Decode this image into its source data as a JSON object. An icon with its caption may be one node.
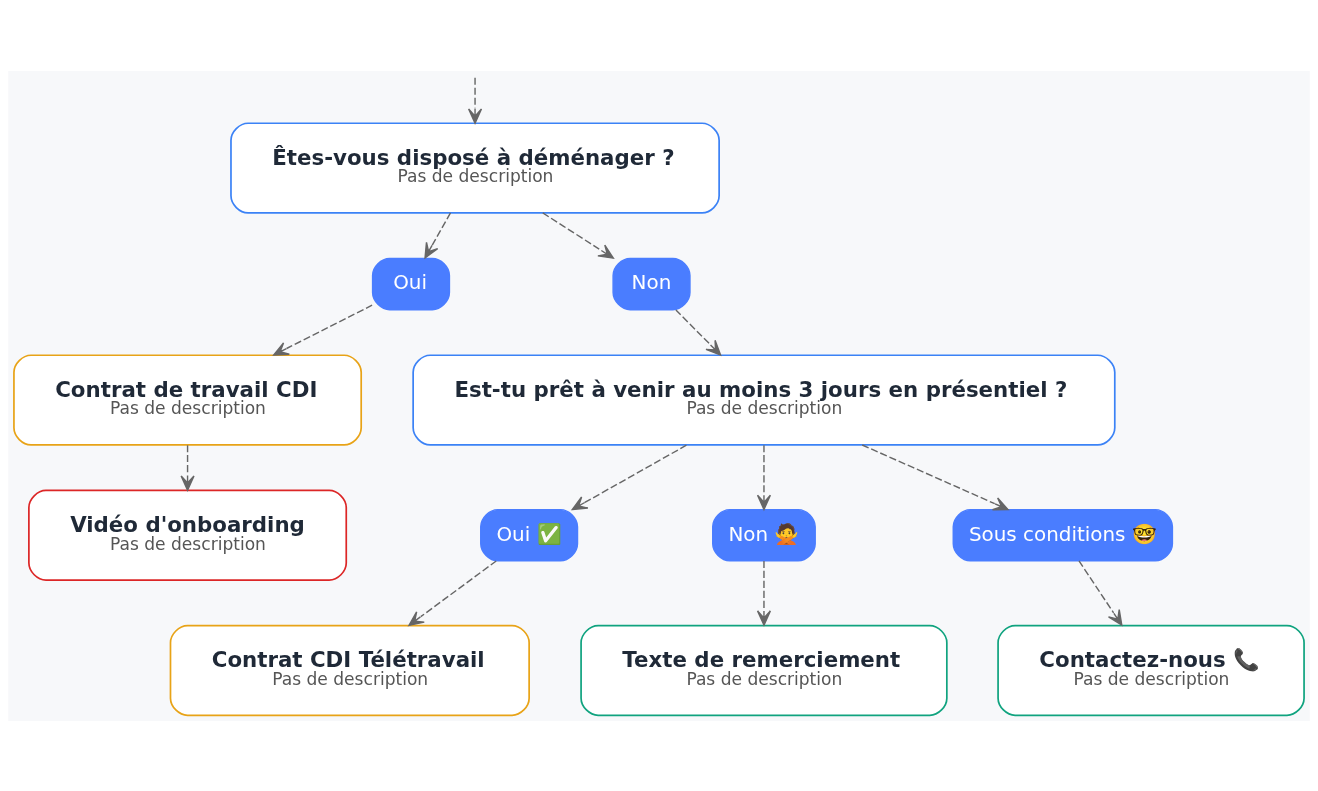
{
  "diagram": {
    "nodes": [
      {
        "text": [
          "Êtes-vous disposé à déménager ?",
          "Pas de description"
        ]
      },
      {
        "text": [
          "Oui"
        ]
      },
      {
        "text": [
          "Non"
        ]
      },
      {
        "text": [
          "Contrat de travail CDI",
          "Pas de description"
        ]
      },
      {
        "text": [
          "Est-tu prêt à venir au moins 3 jours en présentiel ?",
          "Pas de description"
        ]
      },
      {
        "text": [
          "Vidéo d'onboarding",
          "Pas de description"
        ]
      },
      {
        "text": [
          "Oui ✅"
        ]
      },
      {
        "text": [
          "Non 🙅"
        ]
      },
      {
        "text": [
          "Sous conditions 🤓"
        ]
      },
      {
        "text": [
          "Contrat CDI Télétravail",
          "Pas de description"
        ]
      },
      {
        "text": [
          "Texte de remerciement",
          "Pas de description"
        ]
      },
      {
        "text": [
          "Contactez-nous 📞",
          "Pas de description"
        ]
      }
    ],
    "edges": [
      {
        "from": null,
        "to": 0,
        "arrow": "to",
        "style": "dashed"
      },
      {
        "from": 0,
        "to": 1,
        "arrow": "to",
        "style": "dashed"
      },
      {
        "from": 0,
        "to": 2,
        "arrow": "to",
        "style": "dashed"
      },
      {
        "from": 1,
        "to": 3,
        "arrow": "to",
        "style": "dashed"
      },
      {
        "from": 3,
        "to": 5,
        "arrow": "to",
        "style": "dashed"
      },
      {
        "from": 2,
        "to": 4,
        "arrow": "to",
        "style": "dashed"
      },
      {
        "from": 4,
        "to": 6,
        "arrow": "to",
        "style": "dashed"
      },
      {
        "from": 4,
        "to": 7,
        "arrow": "to",
        "style": "dashed"
      },
      {
        "from": 4,
        "to": 8,
        "arrow": "to",
        "style": "dashed"
      },
      {
        "from": 6,
        "to": 9,
        "arrow": "to",
        "style": "dashed"
      },
      {
        "from": 7,
        "to": 10,
        "arrow": "to",
        "style": "dashed"
      },
      {
        "from": 8,
        "to": 11,
        "arrow": "to",
        "style": "dashed"
      }
    ]
  }
}
